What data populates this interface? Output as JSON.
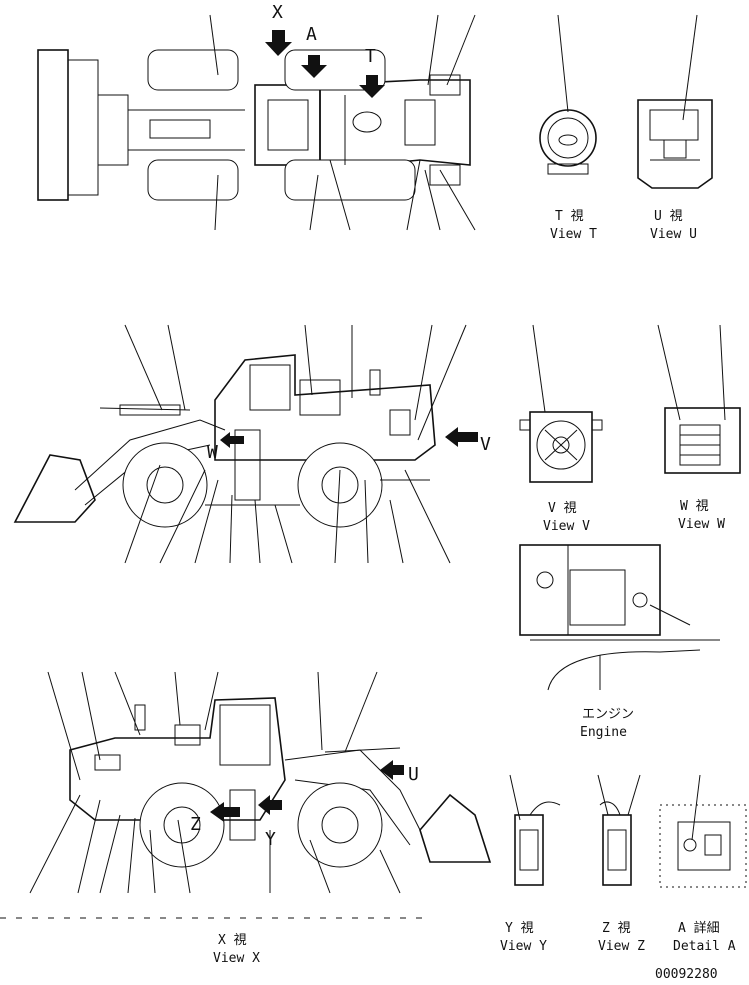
{
  "views": {
    "t": {
      "jp": "T 視",
      "en": "View T"
    },
    "u": {
      "jp": "U 視",
      "en": "View U"
    },
    "v": {
      "jp": "V 視",
      "en": "View V"
    },
    "w": {
      "jp": "W 視",
      "en": "View W"
    },
    "x": {
      "jp": "X 視",
      "en": "View X"
    },
    "y": {
      "jp": "Y 視",
      "en": "View Y"
    },
    "z": {
      "jp": "Z 視",
      "en": "View Z"
    },
    "a": {
      "jp": "A 詳細",
      "en": "Detail A"
    },
    "engine": {
      "jp": "エンジン",
      "en": "Engine"
    }
  },
  "markers": {
    "x": "X",
    "a": "A",
    "t": "T",
    "u": "U",
    "v": "V",
    "w": "W",
    "y": "Y",
    "z": "Z"
  },
  "drawing_number": "00092280"
}
